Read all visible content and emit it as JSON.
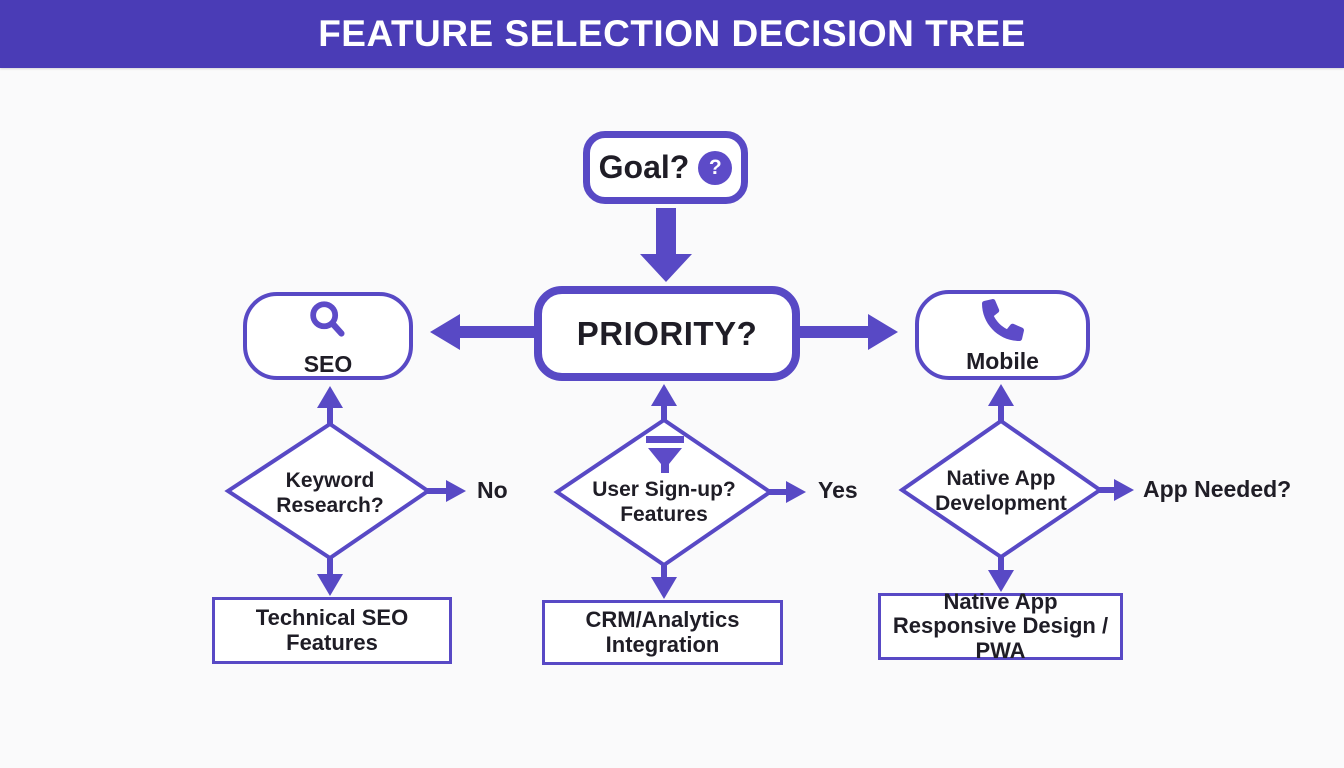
{
  "header": {
    "title": "FEATURE SELECTION DECISION TREE"
  },
  "colors": {
    "header_bg": "#4a3cb6",
    "accent": "#5849c5",
    "icon_purple": "#5d4bc8",
    "text_dark": "#1f1d26",
    "page_bg": "#fafafb"
  },
  "nodes": {
    "goal": {
      "label": "Goal?",
      "icon": "question-circle-icon",
      "icon_glyph": "?"
    },
    "priority": {
      "label": "PRIORITY?"
    },
    "seo": {
      "label": "SEO",
      "icon": "magnifier-icon"
    },
    "mobile": {
      "label": "Mobile",
      "icon": "phone-icon"
    },
    "keyword_research": {
      "label": "Keyword\nResearch?"
    },
    "user_signup": {
      "label": "User Sign-up?\nFeatures",
      "icon": "funnel-icon"
    },
    "native_app": {
      "label": "Native App\nDevelopment"
    },
    "technical_seo": {
      "label": "Technical SEO\nFeatures"
    },
    "crm_analytics": {
      "label": "CRM/Analytics Integration"
    },
    "native_responsive": {
      "label": "Native App\nResponsive Design / PWA"
    }
  },
  "branch_labels": {
    "keyword_no": "No",
    "signup_yes": "Yes",
    "native_app_needed": "App Needed?"
  }
}
